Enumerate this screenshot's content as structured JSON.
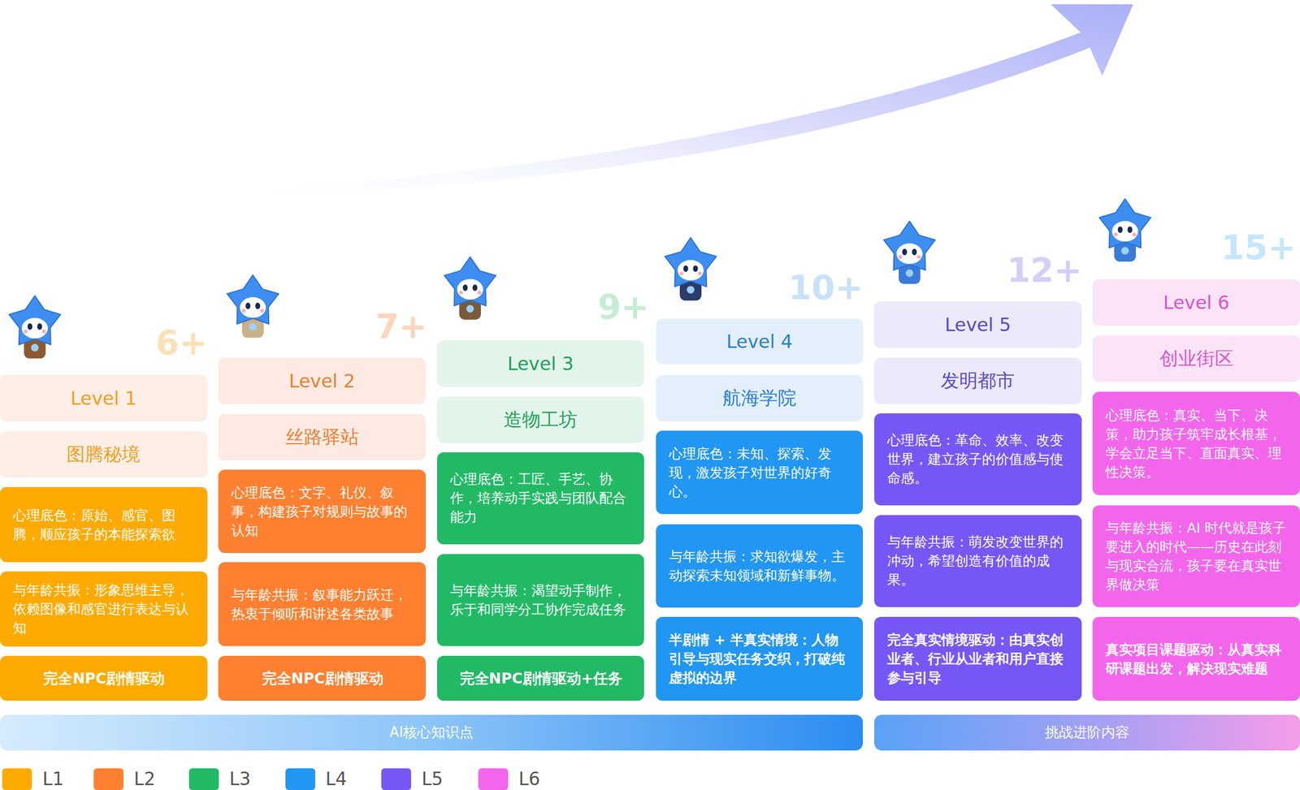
{
  "diagram": {
    "nodes": [
      {
        "text": [
          "Level 1"
        ]
      },
      {
        "text": [
          "图腾秘境"
        ]
      },
      {
        "text": [
          "心理底色：原始、感官、图腾，顺应孩子的本能探索欲"
        ]
      },
      {
        "text": [
          "与年龄共振：形象思维主导，依赖图像和感官进行表达与认知"
        ]
      },
      {
        "text": [
          "完全NPC剧情驱动"
        ]
      },
      {
        "text": [
          "Level 2"
        ]
      },
      {
        "text": [
          "丝路驿站"
        ]
      },
      {
        "text": [
          "心理底色：文字、礼仪、叙事，构建孩子对规则与故事的认知"
        ]
      },
      {
        "text": [
          "与年龄共振：叙事能力跃迁，热衷于倾听和讲述各类故事"
        ]
      },
      {
        "text": [
          "完全NPC剧情驱动"
        ]
      },
      {
        "text": [
          "Level 3"
        ]
      },
      {
        "text": [
          "造物工坊"
        ]
      },
      {
        "text": [
          "心理底色：工匠、手艺、协作，培养动手实践与团队配合能力"
        ]
      },
      {
        "text": [
          "与年龄共振：渴望动手制作，乐于和同学分工协作完成任务"
        ]
      },
      {
        "text": [
          "完全NPC剧情驱动+任务"
        ]
      },
      {
        "text": [
          "Level 4"
        ]
      },
      {
        "text": [
          "航海学院"
        ]
      },
      {
        "text": [
          "心理底色：未知、探索、发现，激发孩子对世界的好奇心。"
        ]
      },
      {
        "text": [
          "与年龄共振：求知欲爆发，主动探索未知领域和新鲜事物。"
        ]
      },
      {
        "text": [
          "半剧情 + 半真实情境：人物引导与现实任务交织，打破纯虚拟的边界"
        ]
      },
      {
        "text": [
          "Level 5"
        ]
      },
      {
        "text": [
          "发明都市"
        ]
      },
      {
        "text": [
          "心理底色：革命、效率、改变世界，建立孩子的价值感与使命感。"
        ]
      },
      {
        "text": [
          "与年龄共振：萌发改变世界的冲动，希望创造有价值的成果。"
        ]
      },
      {
        "text": [
          "完全真实情境驱动：由真实创业者、行业从业者和用户直接参与引导"
        ]
      },
      {
        "text": [
          "Level 6"
        ]
      },
      {
        "text": [
          "创业街区"
        ]
      },
      {
        "text": [
          "心理底色：真实、当下、决策，助力孩子筑牢成长根基，学会立足当下、直面真实、理性决策。"
        ]
      },
      {
        "text": [
          "与年龄共振：AI 时代就是孩子要进入的时代——历史在此刻与现实合流，孩子要在真实世界做决策"
        ]
      },
      {
        "text": [
          "真实项目课题驱动：从真实科研课题出发，解决现实难题"
        ]
      },
      {
        "text": [
          "AI核心知识点"
        ]
      },
      {
        "text": [
          "挑战进阶内容"
        ]
      }
    ],
    "labels": [
      "6+",
      "7+",
      "9+",
      "10+",
      "12+",
      "15+"
    ],
    "legend": [
      {
        "text": "L1",
        "color": "#ffaa00"
      },
      {
        "text": "L2",
        "color": "#ff8030"
      },
      {
        "text": "L3",
        "color": "#22b965"
      },
      {
        "text": "L4",
        "color": "#2196f3"
      },
      {
        "text": "L5",
        "color": "#7657f5"
      },
      {
        "text": "L6",
        "color": "#f366ec"
      }
    ]
  }
}
